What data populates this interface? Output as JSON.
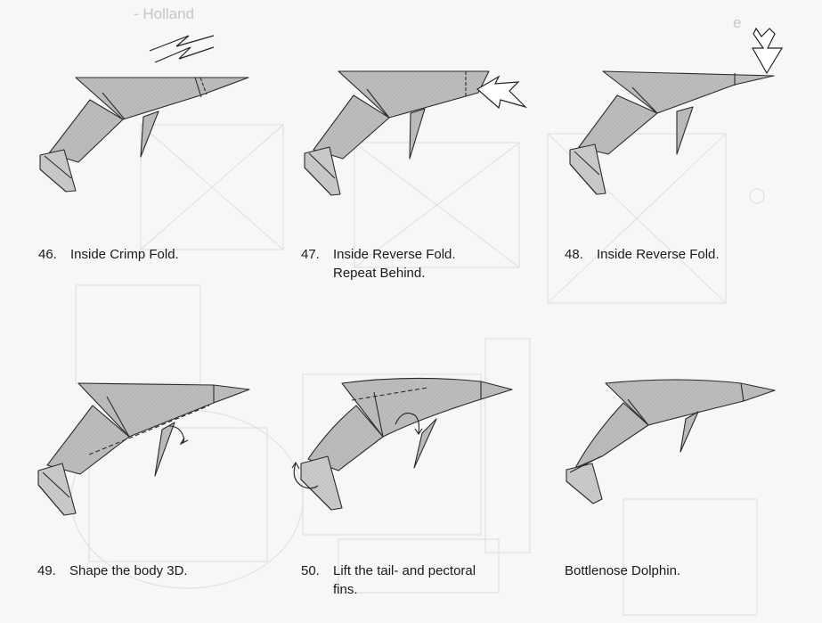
{
  "header": {
    "faint_right": "- Holland",
    "faint_left": "e"
  },
  "steps": [
    {
      "number": "46.",
      "text": "Inside Crimp Fold.",
      "text2": ""
    },
    {
      "number": "47.",
      "text": "Inside Reverse Fold.",
      "text2": "Repeat Behind."
    },
    {
      "number": "48.",
      "text": "Inside Reverse Fold.",
      "text2": ""
    },
    {
      "number": "49.",
      "text": "Shape the body 3D.",
      "text2": ""
    },
    {
      "number": "50.",
      "text": "Lift the tail- and pectoral",
      "text2": "fins."
    },
    {
      "number": "",
      "text": "Bottlenose Dolphin.",
      "text2": ""
    }
  ],
  "colors": {
    "paper_fill": "#b9b9b9",
    "paper_fill_light": "#cfcfcf",
    "line": "#2a2a2a",
    "watermark": "#dedede"
  },
  "icons": [
    "crimp-zigzag-icon",
    "push-arrow-icon",
    "down-arrow-icon",
    "rotate-arrow-icon"
  ]
}
